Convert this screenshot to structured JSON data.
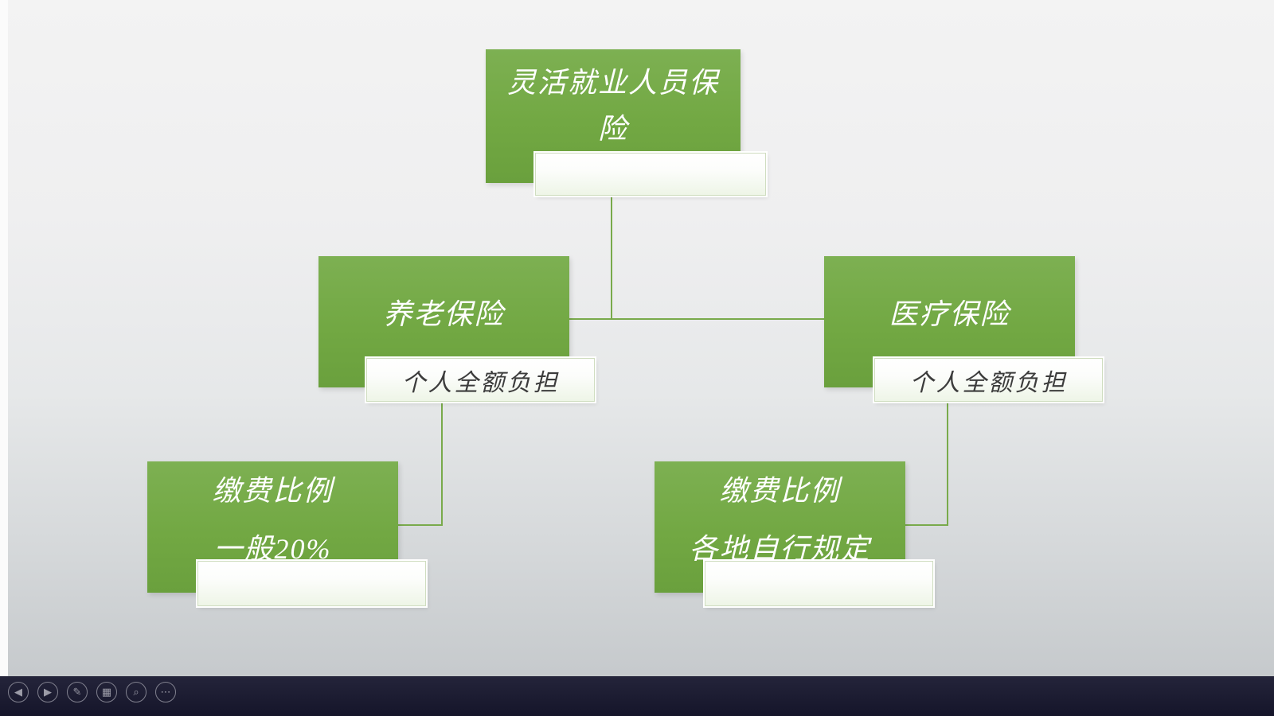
{
  "diagram": {
    "root": {
      "label": "灵活就业人员保险",
      "note": ""
    },
    "pension": {
      "label": "养老保险",
      "note": "个人全额负担"
    },
    "medical": {
      "label": "医疗保险",
      "note": "个人全额负担"
    },
    "pension_rate": {
      "line1": "缴费比例",
      "line2": "一般20%",
      "note": ""
    },
    "medical_rate": {
      "line1": "缴费比例",
      "line2": "各地自行规定",
      "note": ""
    }
  },
  "colors": {
    "box_green": "#72a843",
    "connector_green": "#79aa4b",
    "toolbar_bg": "#15152a"
  },
  "toolbar": {
    "icons": [
      {
        "name": "previous-slide",
        "glyph": "◀"
      },
      {
        "name": "next-slide",
        "glyph": "▶"
      },
      {
        "name": "pen",
        "glyph": "✎"
      },
      {
        "name": "all-slides",
        "glyph": "▦"
      },
      {
        "name": "zoom",
        "glyph": "⌕"
      },
      {
        "name": "more-options",
        "glyph": "⋯"
      }
    ]
  }
}
